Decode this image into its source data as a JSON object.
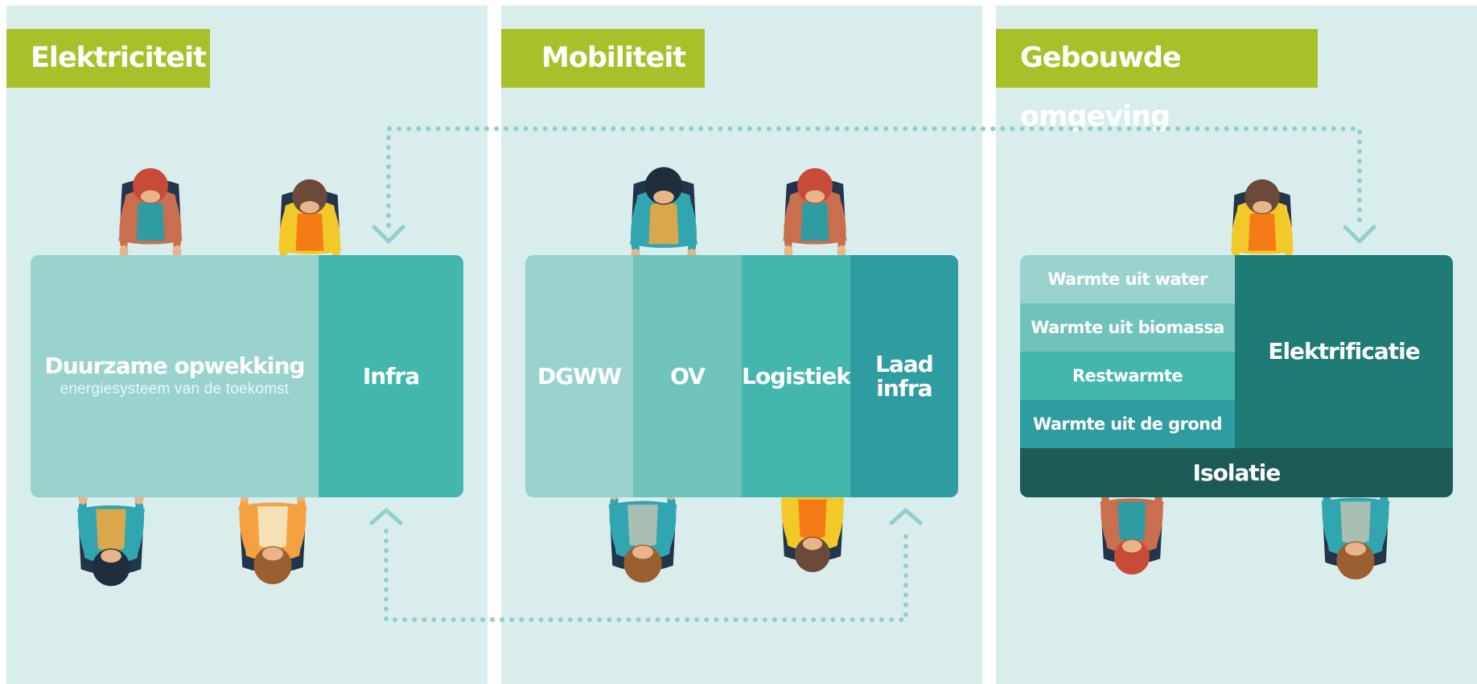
{
  "sections": [
    {
      "title": "Elektriciteit"
    },
    {
      "title": "Mobiliteit"
    },
    {
      "title": "Gebouwde omgeving"
    }
  ],
  "elektriciteit": {
    "main_label": "Duurzame opwekking",
    "main_sub": "energiesysteem van de toekomst",
    "infra_label": "Infra"
  },
  "mobiliteit": {
    "columns": [
      "DGWW",
      "OV",
      "Logistiek",
      "Laad infra"
    ]
  },
  "gebouwde": {
    "rows": [
      "Warmte uit water",
      "Warmte uit biomassa",
      "Restwarmte",
      "Warmte uit de grond"
    ],
    "right_label": "Elektrificatie",
    "bottom_label": "Isolatie"
  },
  "colors": {
    "panel_bg": "#daeded",
    "title_bg": "#a8c12a",
    "teal_1": "#9ad3ce",
    "teal_2": "#6fc3bb",
    "teal_3": "#43b7ae",
    "teal_4": "#2e9ca0",
    "teal_dark": "#1f7b76",
    "teal_darkest": "#1b5a55",
    "connector": "#8fd0cc"
  },
  "icons": [
    "person-topview-icon",
    "dotted-connector-arrow"
  ]
}
